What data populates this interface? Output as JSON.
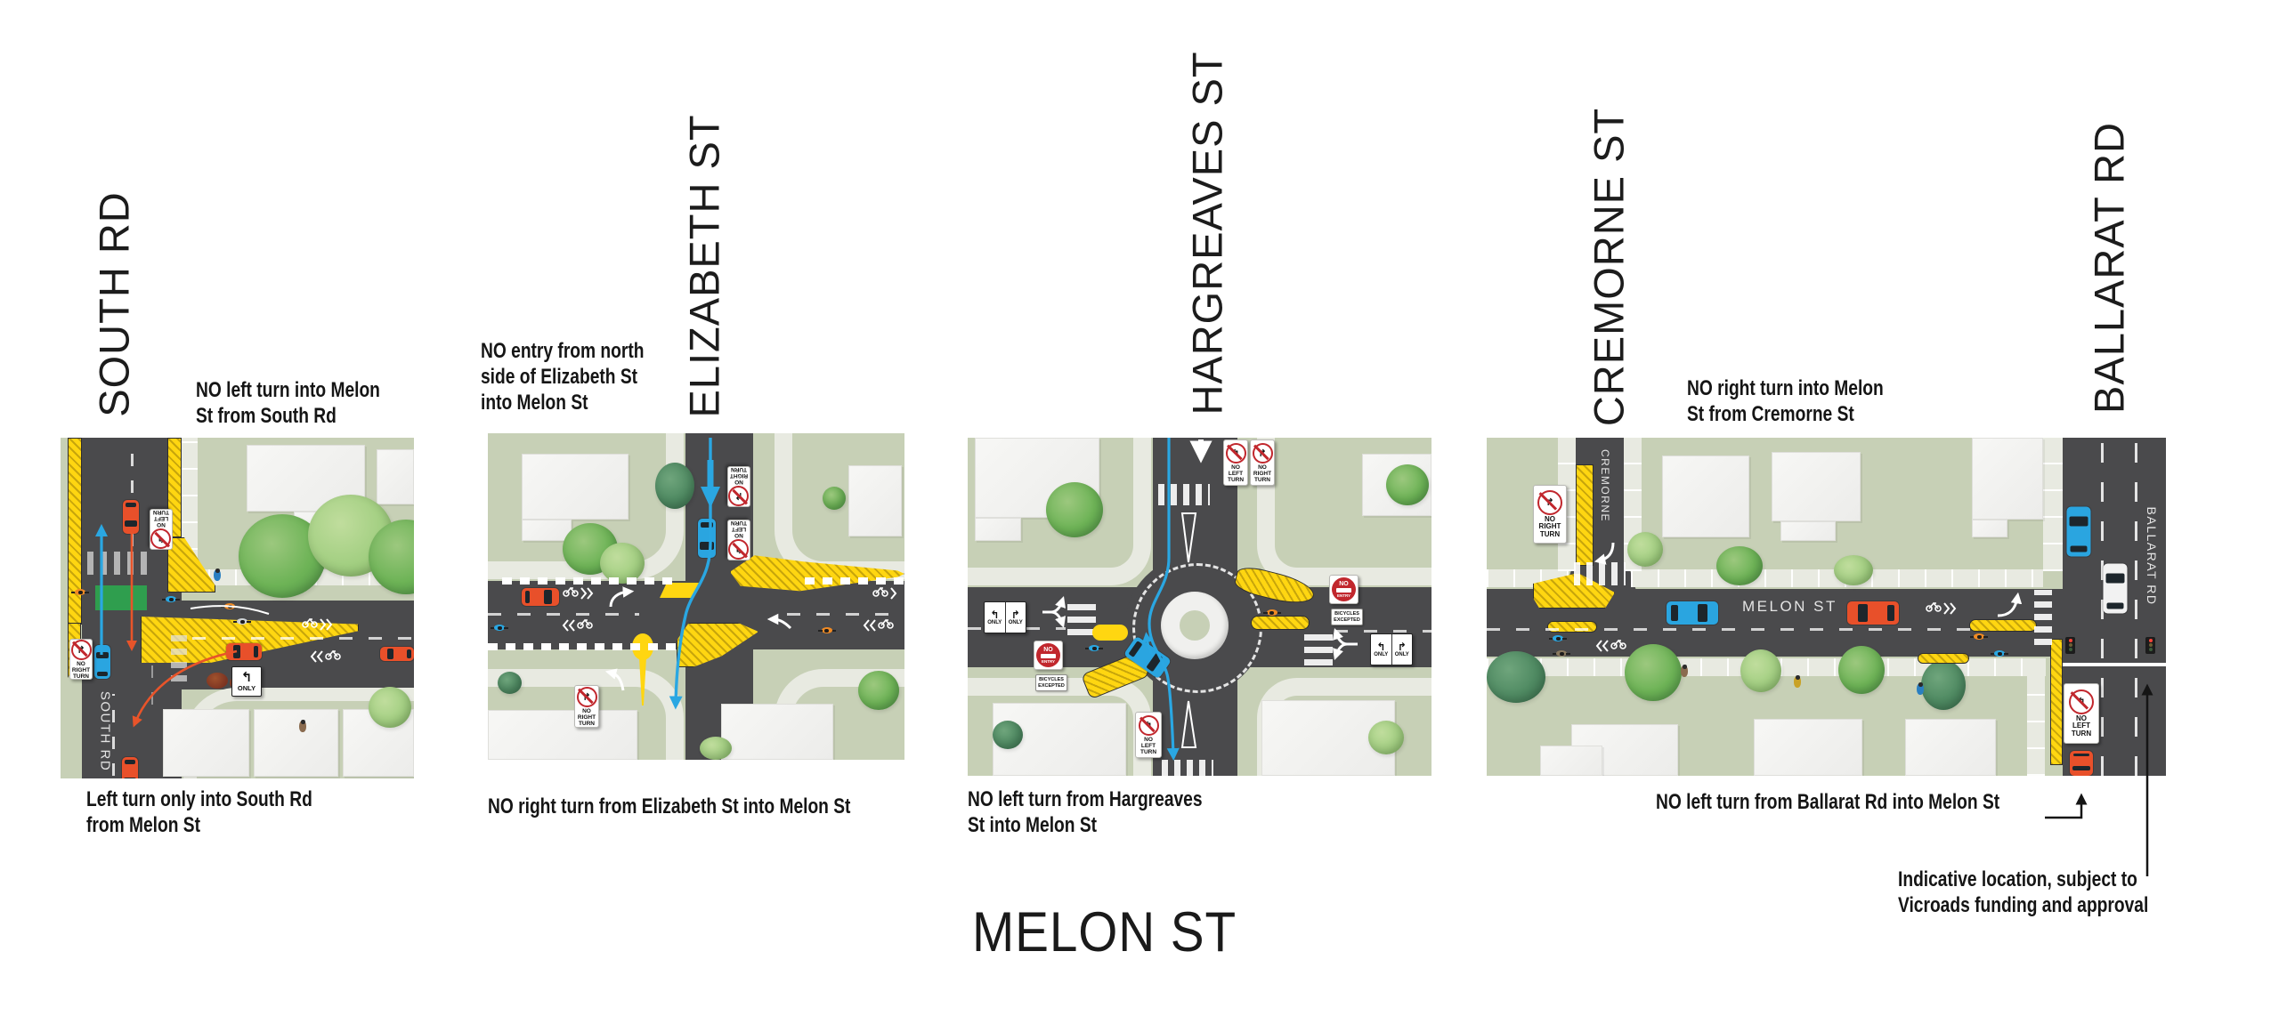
{
  "title": "MELON ST",
  "street_titles": [
    "SOUTH RD",
    "ELIZABETH ST",
    "HARGREAVES ST",
    "CREMORNE ST",
    "BALLARAT RD"
  ],
  "annotations": {
    "south_top": "NO left turn into Melon\nSt from South Rd",
    "elizabeth_top": "NO entry from north\nside of Elizabeth St\ninto Melon St",
    "cremorne_top": "NO right turn into Melon\nSt from Cremorne St",
    "south_bottom": "Left turn only into South Rd\nfrom Melon St",
    "elizabeth_bottom": "NO right turn from Elizabeth St into Melon St",
    "hargreaves_bottom": "NO left turn from Hargreaves\nSt into Melon St",
    "ballarat_bottom": "NO left turn from Ballarat Rd into Melon St",
    "indicative": "Indicative location, subject to\nVicroads funding and approval"
  },
  "road_labels": {
    "south_rd": "SOUTH RD",
    "cremorne": "CREMORNE",
    "melon_st": "MELON ST",
    "ballarat_rd": "BALLARAT RD"
  },
  "signs": {
    "no_left_turn": "NO\nLEFT\nTURN",
    "no_right_turn": "NO\nRIGHT\nTURN",
    "only": "ONLY",
    "no": "NO",
    "entry": "ENTRY",
    "bicycles_excepted": "BICYCLES\nEXCEPTED"
  },
  "icons": {
    "left_hook_arrow": "↰",
    "right_hook_arrow": "↱"
  },
  "colors": {
    "grass": "#c7d0b6",
    "road": "#4a4a4c",
    "footpath": "#e8eae1",
    "yellow": "#ffd611",
    "green_box": "#2f9e4e",
    "route_blue": "#2aa7e2",
    "route_red": "#e8542a",
    "sign_red": "#c1272d"
  }
}
